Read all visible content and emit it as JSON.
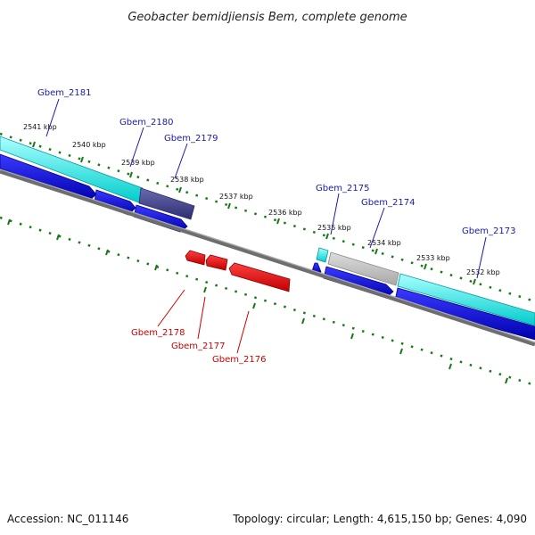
{
  "title": "Geobacter bemidjiensis Bem, complete genome",
  "footer": {
    "accession": "Accession: NC_011146",
    "summary": "Topology: circular; Length: 4,615,150 bp; Genes: 4,090"
  },
  "colors": {
    "forward_gene": "#0000ee",
    "reverse_gene": "#ee0000",
    "forward_label": "#1a1aaa",
    "reverse_label": "#cc0000",
    "cds_highlight": "#00e6e6",
    "cds_dark": "#3d3d8f",
    "cds_gray": "#bdbdbd",
    "backbone": "#808080",
    "tick": "#1a7a1a"
  },
  "scale_labels": [
    "2541 kbp",
    "2540 kbp",
    "2539 kbp",
    "2538 kbp",
    "2537 kbp",
    "2536 kbp",
    "2535 kbp",
    "2534 kbp",
    "2533 kbp",
    "2532 kbp"
  ],
  "forward_genes": [
    "Gbem_2181",
    "Gbem_2180",
    "Gbem_2179",
    "Gbem_2175",
    "Gbem_2174",
    "Gbem_2173"
  ],
  "reverse_genes": [
    "Gbem_2178",
    "Gbem_2177",
    "Gbem_2176"
  ]
}
